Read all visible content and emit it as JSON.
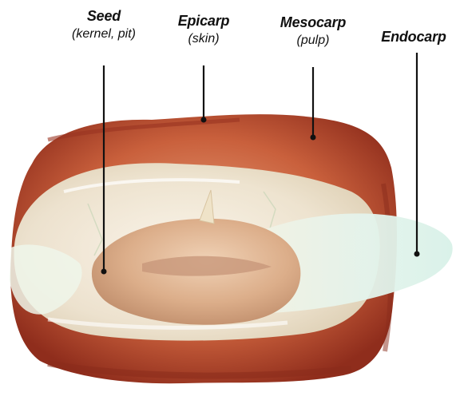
{
  "diagram": {
    "labels": [
      {
        "id": "seed",
        "name": "Seed",
        "sub": "(kernel, pit)"
      },
      {
        "id": "epicarp",
        "name": "Epicarp",
        "sub": "(skin)"
      },
      {
        "id": "mesocarp",
        "name": "Mesocarp",
        "sub": "(pulp)"
      },
      {
        "id": "endocarp",
        "name": "Endocarp",
        "sub": ""
      }
    ],
    "colors": {
      "text": "#111111",
      "leader": "#111111",
      "skin": "#b8452a",
      "pulp": "#f3eee0",
      "seed": "#dcae8a",
      "endocarp": "#e9f6ef"
    }
  }
}
